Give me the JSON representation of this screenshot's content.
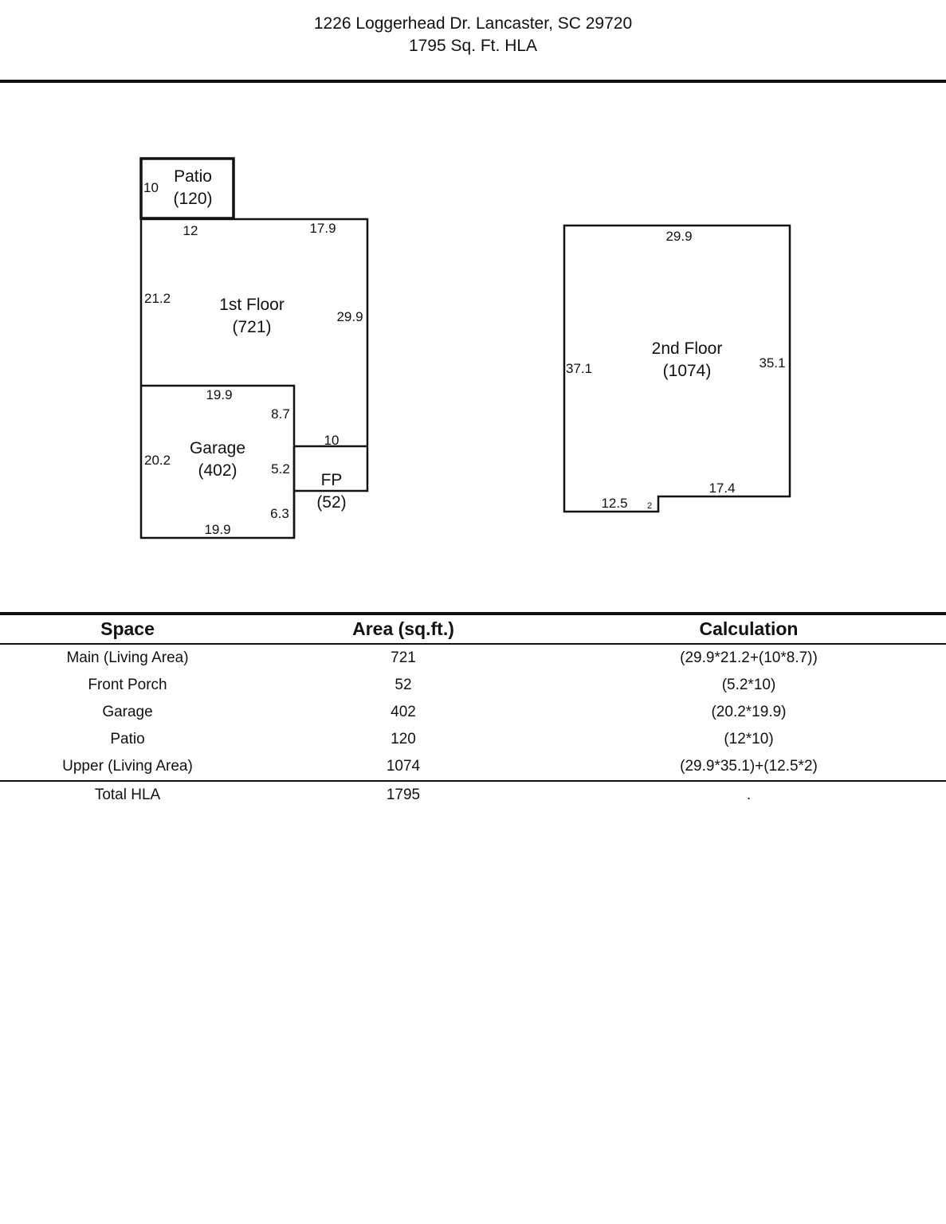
{
  "header": {
    "address": "1226 Loggerhead Dr. Lancaster, SC 29720",
    "hla": "1795 Sq. Ft. HLA"
  },
  "sketch": {
    "patio": {
      "name": "Patio",
      "area": "(120)",
      "dim_side": "10",
      "dim_bottom": "12"
    },
    "first_floor": {
      "name": "1st Floor",
      "area": "(721)",
      "dim_top": "17.9",
      "dim_left": "21.2",
      "dim_right": "29.9"
    },
    "garage": {
      "name": "Garage",
      "area": "(402)",
      "dim_top": "19.9",
      "dim_bottom": "19.9",
      "dim_left": "20.2",
      "dim_right_upper": "8.7",
      "dim_right_mid": "5.2",
      "dim_right_lower": "6.3"
    },
    "front_porch": {
      "name": "FP",
      "area": "(52)",
      "dim_top": "10"
    },
    "second_floor": {
      "name": "2nd Floor",
      "area": "(1074)",
      "dim_top": "29.9",
      "dim_left": "37.1",
      "dim_right": "35.1",
      "dim_bottom_left": "12.5",
      "dim_step": "2",
      "dim_bottom_right": "17.4"
    }
  },
  "table": {
    "headers": [
      "Space",
      "Area (sq.ft.)",
      "Calculation"
    ],
    "rows": [
      [
        "Main (Living Area)",
        "721",
        "(29.9*21.2+(10*8.7))"
      ],
      [
        "Front Porch",
        "52",
        "(5.2*10)"
      ],
      [
        "Garage",
        "402",
        "(20.2*19.9)"
      ],
      [
        "Patio",
        "120",
        "(12*10)"
      ],
      [
        "Upper (Living Area)",
        "1074",
        "(29.9*35.1)+(12.5*2)"
      ]
    ],
    "total": [
      "Total HLA",
      "1795",
      "."
    ]
  }
}
